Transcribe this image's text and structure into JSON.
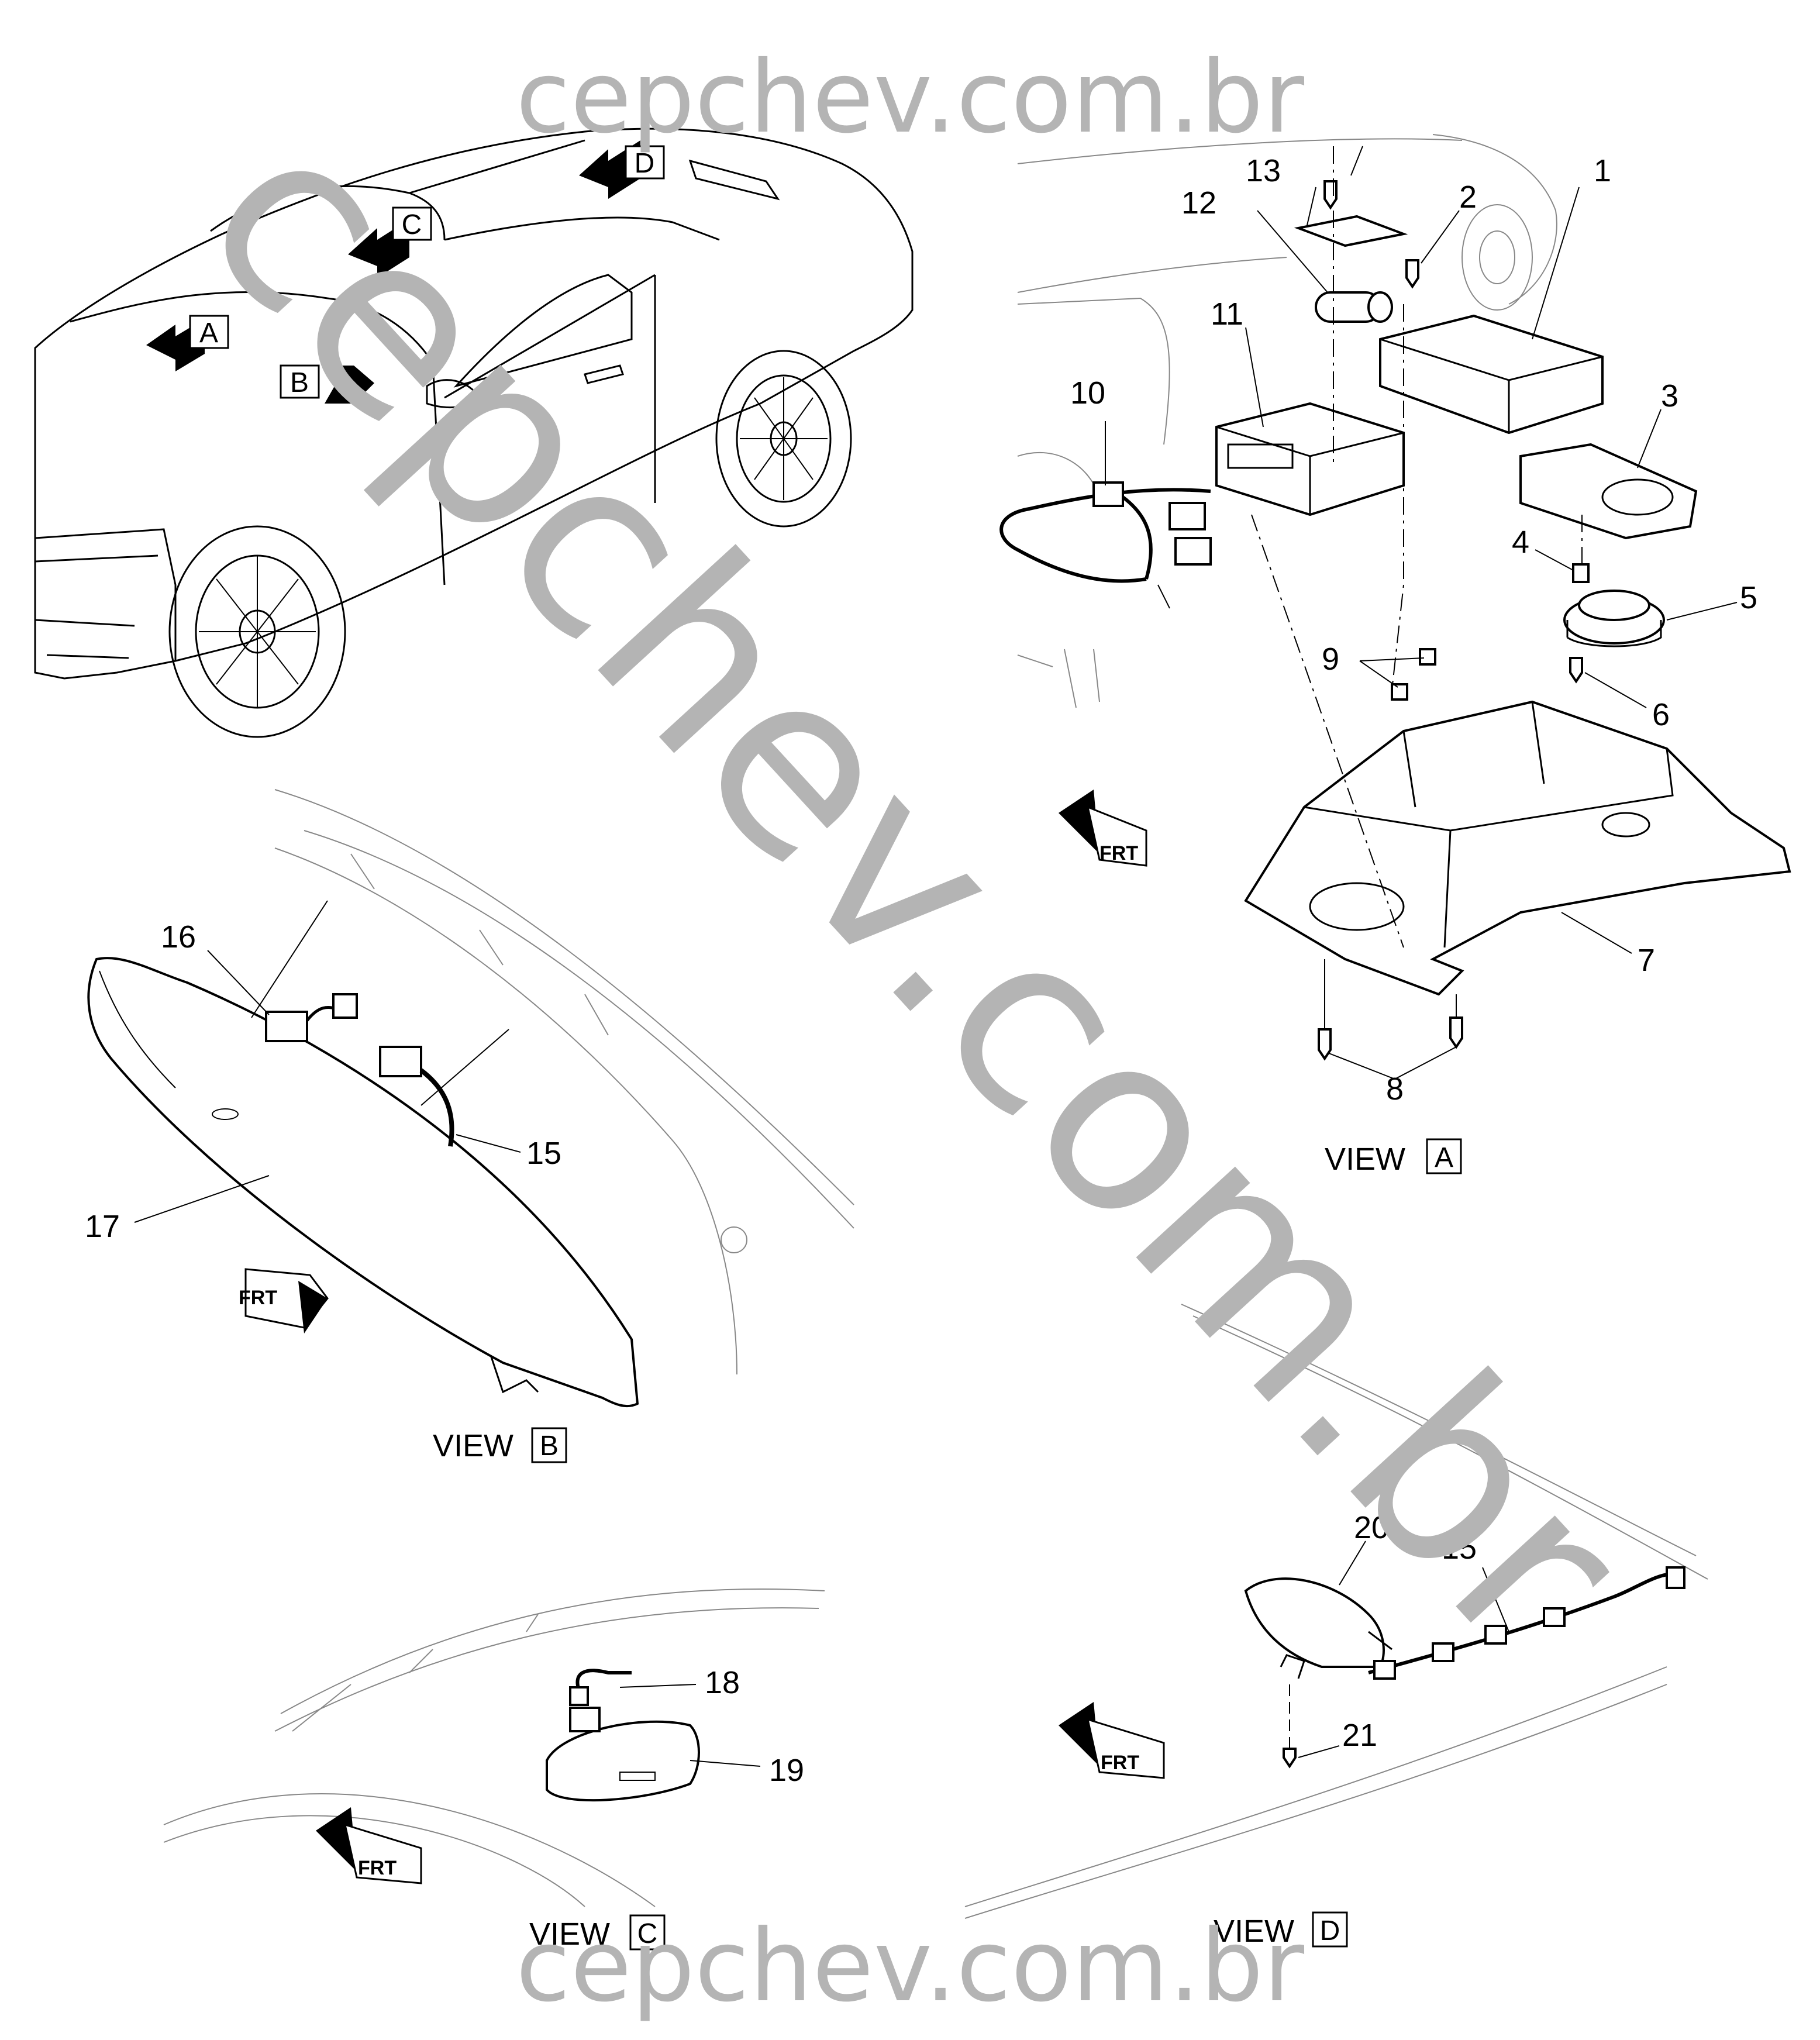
{
  "watermark": {
    "top": "cepchev.com.br",
    "bottom": "cepchev.com.br",
    "diagonal": "cepchev.com.br",
    "color": "#b4b4b4"
  },
  "views": {
    "a": {
      "label": "VIEW",
      "letter": "A"
    },
    "b": {
      "label": "VIEW",
      "letter": "B"
    },
    "c": {
      "label": "VIEW",
      "letter": "C"
    },
    "d": {
      "label": "VIEW",
      "letter": "D"
    }
  },
  "car_arrows": [
    "A",
    "B",
    "C",
    "D"
  ],
  "frt": "FRT",
  "callouts": {
    "c1": "1",
    "c2": "2",
    "c3": "3",
    "c4": "4",
    "c5": "5",
    "c6": "6",
    "c7": "7",
    "c8": "8",
    "c9": "9",
    "c10": "10",
    "c11": "11",
    "c12": "12",
    "c13": "13",
    "c15a": "15",
    "c15b": "15",
    "c16": "16",
    "c17": "17",
    "c18": "18",
    "c19": "19",
    "c20": "20",
    "c21": "21"
  }
}
